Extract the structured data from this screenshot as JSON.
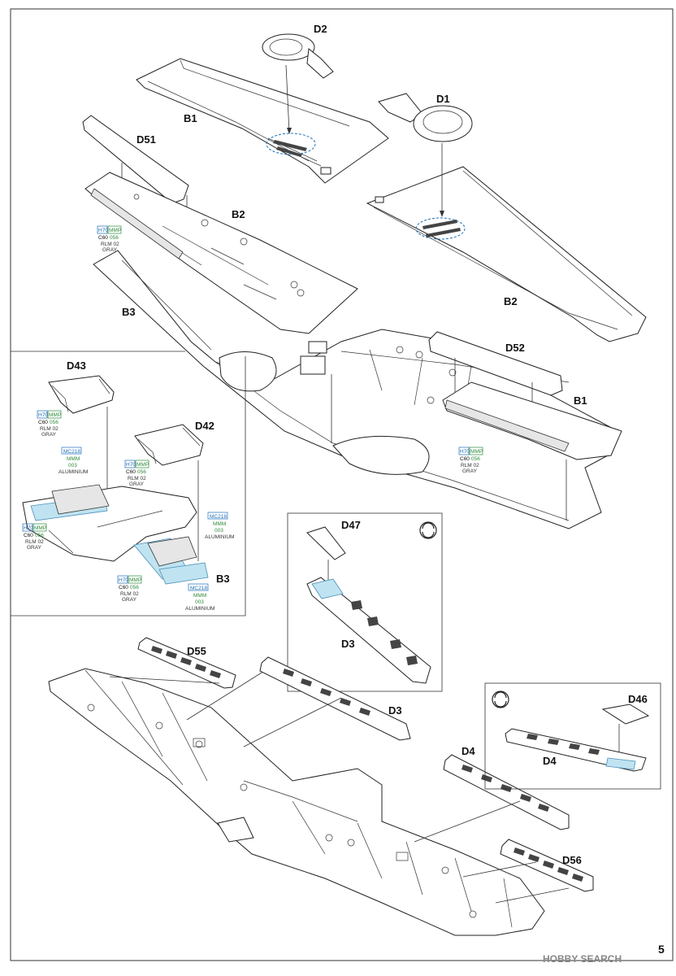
{
  "page_number": "5",
  "watermark": "HOBBY SEARCH",
  "parts": {
    "D2": "D2",
    "D1": "D1",
    "B1_top": "B1",
    "B1_right": "B1",
    "D51": "D51",
    "B2_left": "B2",
    "B2_right": "B2",
    "B3_main": "B3",
    "D52": "D52",
    "D43": "D43",
    "D42": "D42",
    "B3_inset": "B3",
    "D47": "D47",
    "D3_inset": "D3",
    "D55": "D55",
    "D3_bottom": "D3",
    "D4_bottom": "D4",
    "D46": "D46",
    "D4_inset": "D4",
    "D56": "D56"
  },
  "callouts": {
    "rlm02": {
      "h": "H70",
      "mmp": "MMP",
      "c": "C60",
      "code": "056",
      "name1": "RLM 02",
      "name2": "GRAY"
    },
    "alu": {
      "h": "MC218",
      "mmm": "MMM",
      "code": "003",
      "name": "ALUMINIUM"
    }
  },
  "colors": {
    "ink": "#222222",
    "blue_fill": "#bfe3f1",
    "blue_text": "#1d6fb8",
    "green_text": "#2e8b3a"
  }
}
